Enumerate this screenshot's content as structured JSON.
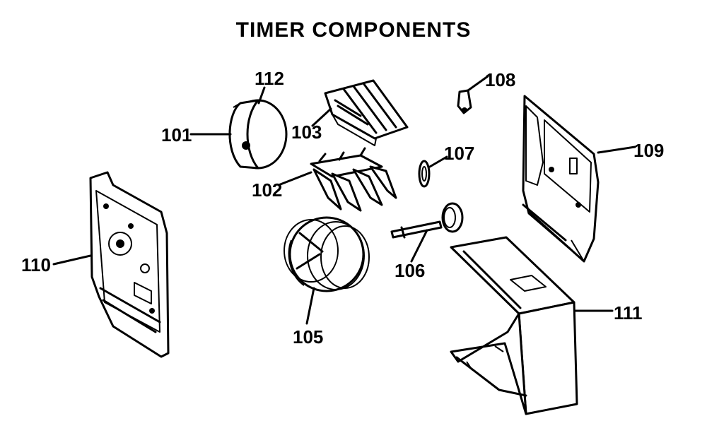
{
  "title": "TIMER COMPONENTS",
  "parts": {
    "p101": "101",
    "p102": "102",
    "p103": "103",
    "p105": "105",
    "p106": "106",
    "p107": "107",
    "p108": "108",
    "p109": "109",
    "p110": "110",
    "p111": "111",
    "p112": "112"
  }
}
